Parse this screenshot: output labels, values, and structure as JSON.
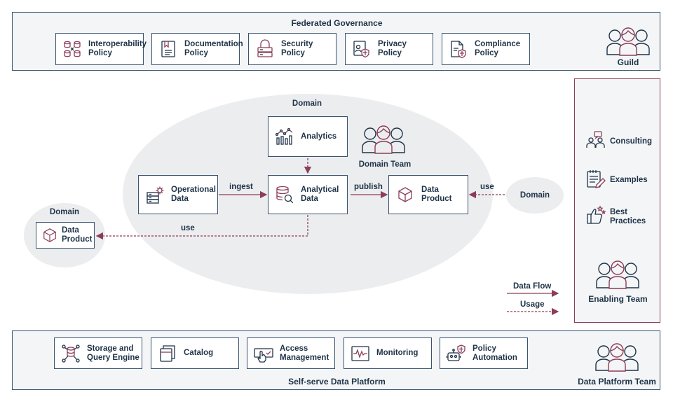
{
  "governance": {
    "title": "Federated Governance",
    "policies": [
      {
        "label": "Interoperability\nPolicy",
        "icon": "database-exchange-icon"
      },
      {
        "label": "Documentation\nPolicy",
        "icon": "document-icon"
      },
      {
        "label": "Security\nPolicy",
        "icon": "lock-server-icon"
      },
      {
        "label": "Privacy\nPolicy",
        "icon": "privacy-shield-icon"
      },
      {
        "label": "Compliance\nPolicy",
        "icon": "compliance-document-icon"
      }
    ],
    "team": "Guild"
  },
  "domain_main": {
    "title": "Domain",
    "team": "Domain Team",
    "analytics": "Analytics",
    "operational": "Operational\nData",
    "analytical": "Analytical\nData",
    "product": "Data\nProduct",
    "ingest": "ingest",
    "publish": "publish",
    "use_left": "use",
    "use_right": "use"
  },
  "domain_left": {
    "title": "Domain",
    "product": "Data\nProduct"
  },
  "domain_right": {
    "title": "Domain"
  },
  "enabling": {
    "items": [
      {
        "label": "Consulting",
        "icon": "consulting-icon"
      },
      {
        "label": "Examples",
        "icon": "examples-notepad-icon"
      },
      {
        "label": "Best\nPractices",
        "icon": "thumbs-up-icon"
      }
    ],
    "team": "Enabling Team"
  },
  "legend": {
    "flow": "Data Flow",
    "usage": "Usage"
  },
  "platform": {
    "title": "Self-serve Data Platform",
    "tools": [
      {
        "label": "Storage and\nQuery Engine",
        "icon": "storage-network-icon"
      },
      {
        "label": "Catalog",
        "icon": "catalog-icon"
      },
      {
        "label": "Access\nManagement",
        "icon": "access-click-icon"
      },
      {
        "label": "Monitoring",
        "icon": "monitoring-icon"
      },
      {
        "label": "Policy\nAutomation",
        "icon": "robot-shield-icon"
      }
    ],
    "team": "Data Platform Team"
  },
  "colors": {
    "navy": "#1f3347",
    "maroon": "#8c3d57",
    "panel": "#f3f5f7",
    "ellipse": "#ecedef"
  }
}
